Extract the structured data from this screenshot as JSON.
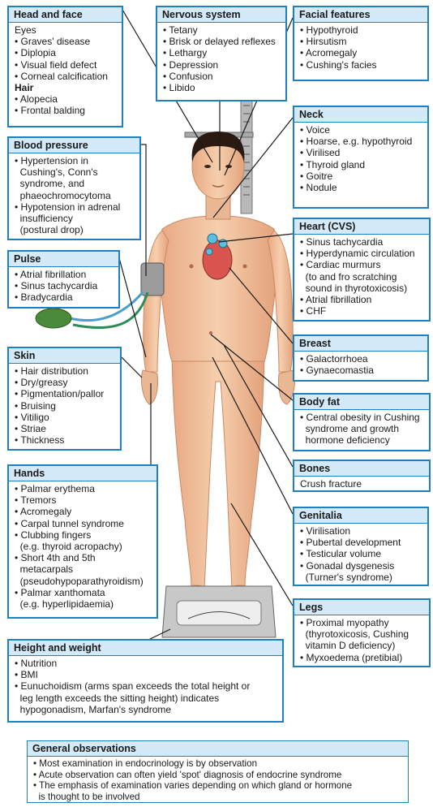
{
  "head_and_face": {
    "title": "Head and face",
    "eyes_label": "Eyes",
    "eyes": [
      "• Graves' disease",
      "• Diplopia",
      "• Visual field defect",
      "• Corneal calcification"
    ],
    "hair_label": "Hair",
    "hair": [
      "• Alopecia",
      "• Frontal balding"
    ]
  },
  "nervous_system": {
    "title": "Nervous system",
    "items": [
      "• Tetany",
      "• Brisk or delayed reflexes",
      "• Lethargy",
      "• Depression",
      "• Confusion",
      "• Libido"
    ]
  },
  "facial_features": {
    "title": "Facial features",
    "items": [
      "• Hypothyroid",
      "• Hirsutism",
      "• Acromegaly",
      "• Cushing's facies"
    ]
  },
  "blood_pressure": {
    "title": "Blood pressure",
    "items": [
      "• Hypertension in",
      "  Cushing's, Conn's",
      "  syndrome, and",
      "  phaeochromocytoma",
      "• Hypotension in adrenal",
      "  insufficiency",
      "  (postural drop)"
    ]
  },
  "neck": {
    "title": "Neck",
    "items": [
      "• Voice",
      "• Hoarse, e.g. hypothyroid",
      "• Virilised",
      "• Thyroid gland",
      "• Goitre",
      "• Nodule"
    ]
  },
  "heart": {
    "title": "Heart (CVS)",
    "items": [
      "• Sinus tachycardia",
      "• Hyperdynamic circulation",
      "• Cardiac murmurs",
      "  (to and fro scratching",
      "  sound in thyrotoxicosis)",
      "• Atrial fibrillation",
      "• CHF"
    ]
  },
  "pulse": {
    "title": "Pulse",
    "items": [
      "• Atrial fibrillation",
      "• Sinus tachycardia",
      "• Bradycardia"
    ]
  },
  "breast": {
    "title": "Breast",
    "items": [
      "• Galactorrhoea",
      "• Gynaecomastia"
    ]
  },
  "skin": {
    "title": "Skin",
    "items": [
      "• Hair distribution",
      "• Dry/greasy",
      "• Pigmentation/pallor",
      "• Bruising",
      "• Vitiligo",
      "• Striae",
      "• Thickness"
    ]
  },
  "body_fat": {
    "title": "Body fat",
    "items": [
      "• Central obesity in Cushing",
      "  syndrome and growth",
      "  hormone deficiency"
    ]
  },
  "hands": {
    "title": "Hands",
    "items": [
      "• Palmar erythema",
      "• Tremors",
      "• Acromegaly",
      "• Carpal tunnel syndrome",
      "• Clubbing fingers",
      "  (e.g. thyroid acropachy)",
      "• Short 4th and 5th",
      "  metacarpals",
      "  (pseudohypoparathyroidism)",
      "• Palmar xanthomata",
      "  (e.g. hyperlipidaemia)"
    ]
  },
  "bones": {
    "title": "Bones",
    "items": [
      "Crush fracture"
    ]
  },
  "genitalia": {
    "title": "Genitalia",
    "items": [
      "• Virilisation",
      "• Pubertal development",
      "• Testicular volume",
      "• Gonadal dysgenesis",
      "  (Turner's syndrome)"
    ]
  },
  "legs": {
    "title": "Legs",
    "items": [
      "• Proximal myopathy",
      "  (thyrotoxicosis, Cushing",
      "  vitamin D deficiency)",
      "• Myxoedema (pretibial)"
    ]
  },
  "height_weight": {
    "title": "Height and weight",
    "items": [
      "• Nutrition",
      "• BMI",
      "• Eunuchoidism (arms span exceeds the total height or",
      "  leg length exceeds the sitting height) indicates",
      "  hypogonadism, Marfan's syndrome"
    ]
  },
  "general": {
    "title": "General observations",
    "items": [
      "• Most examination in endocrinology is by observation",
      "• Acute observation can often yield 'spot' diagnosis of endocrine syndrome",
      "• The emphasis of examination varies depending on which gland or hormone",
      "  is thought to be involved"
    ]
  },
  "colors": {
    "box_border": "#1f7fbf",
    "header_fill": "#d4eaf8",
    "skin": "#f0c09a",
    "hair": "#2a1a12"
  }
}
